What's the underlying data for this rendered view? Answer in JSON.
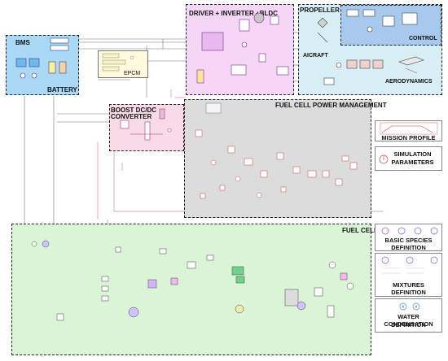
{
  "blocks": {
    "bms": "BMS",
    "battery": "BATTERY",
    "epcm": "EPCM",
    "driver": "DRIVER + INVERTER +BLDC",
    "propeller": "PROPELLER",
    "control": "CONTROL",
    "aircraft": "AICRAFT",
    "aerodynamics": "AERODYNAMICS",
    "boost_line1": "BOOST DC/DC",
    "boost_line2": "CONVERTER",
    "fcpm": "FUEL CELL POWER MANAGEMENT",
    "fuel_cell": "FUEL CELL"
  },
  "side_panels": {
    "mission_profile": "MISSION PROFILE",
    "simulation_line1": "SIMULATION",
    "simulation_line2": "PARAMETERS",
    "species_line1": "BASIC SPECIES",
    "species_line2": "DEFINITION",
    "mixtures_line1": "MIXTURES",
    "mixtures_line2": "DEFINITION",
    "water_line1": "WATER CONDENSATION",
    "water_line2": "DEFINITION"
  },
  "colors": {
    "bms_fill": "#a9d9f4",
    "driver_fill": "#f6d6f6",
    "aero_fill": "#d7eef5",
    "control_fill": "#a7c9ee",
    "boost_fill": "#f8dbe7",
    "fcpm_fill": "#dcdcdc",
    "fuel_cell_fill": "#d9f5d6",
    "wire_red": "#e35050",
    "wire_pink": "#d985b8",
    "wire_dark": "#555555"
  }
}
